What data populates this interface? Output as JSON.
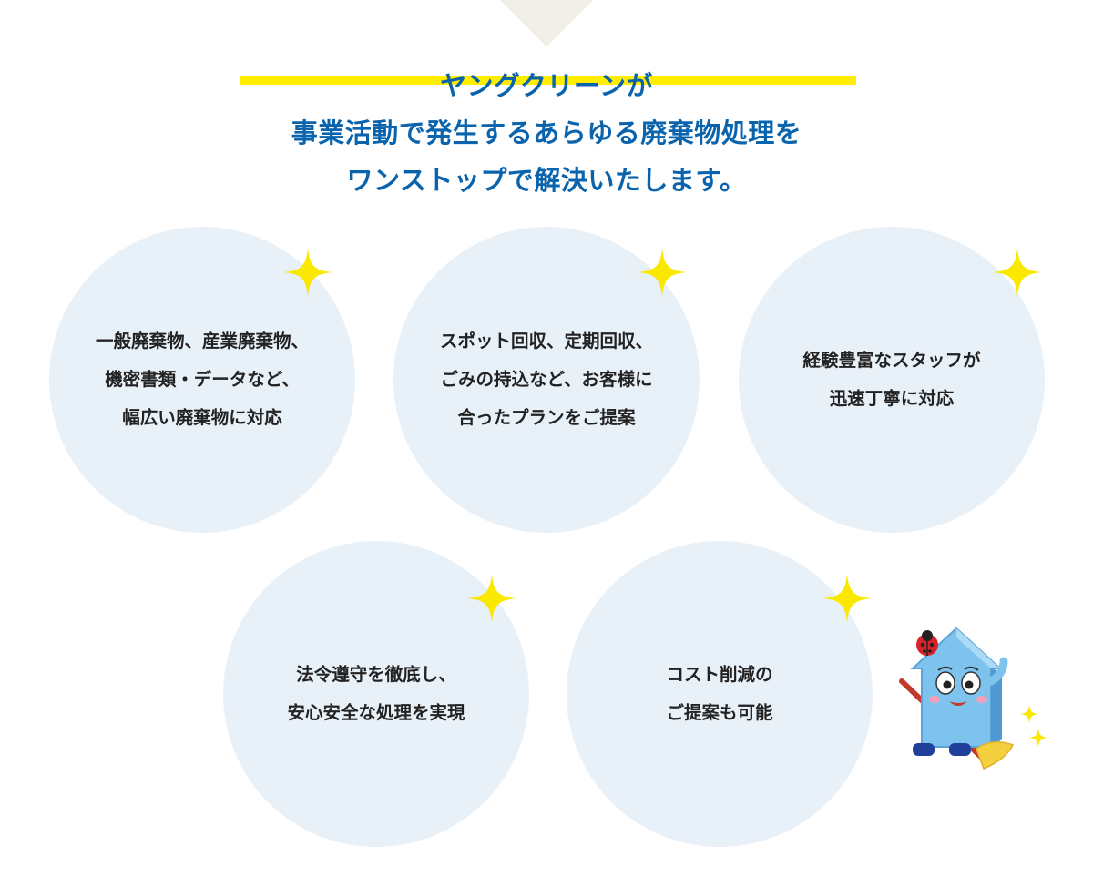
{
  "headline": {
    "line1": "ヤングクリーンが",
    "line2": "事業活動で発生するあらゆる廃棄物処理を",
    "line3": "ワンストップで解決いたします。"
  },
  "features": [
    {
      "lines": [
        "一般廃棄物、産業廃棄物、",
        "機密書類・データなど、",
        "幅広い廃棄物に対応"
      ]
    },
    {
      "lines": [
        "スポット回収、定期回収、",
        "ごみの持込など、お客様に",
        "合ったプランをご提案"
      ]
    },
    {
      "lines": [
        "経験豊富なスタッフが",
        "迅速丁寧に対応"
      ]
    },
    {
      "lines": [
        "法令遵守を徹底し、",
        "安心安全な処理を実現"
      ]
    },
    {
      "lines": [
        "コスト削減の",
        "ご提案も可能"
      ]
    }
  ],
  "colors": {
    "headline": "#0a63ad",
    "marker": "#ffee00",
    "circle": "#e8f0f8",
    "sparkle": "#fbe800",
    "notch": "#f1efe7"
  },
  "icons": [
    "sparkle-icon",
    "house-mascot-icon"
  ]
}
